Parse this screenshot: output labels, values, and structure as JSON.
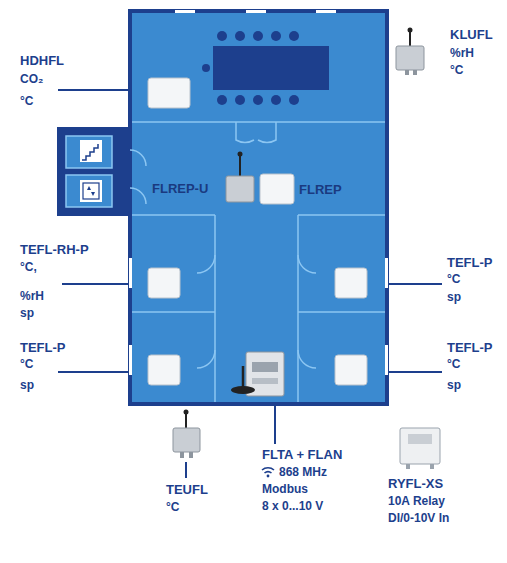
{
  "diagram": {
    "labels": [
      "HDHFL",
      "CO₂",
      "°C",
      "KLUFL",
      "%rH",
      "°C",
      "FLREP-U",
      "FLREP",
      "TEFL-RH-P",
      "°C,",
      "%rH",
      "sp",
      "TEFL-P",
      "°C",
      "sp",
      "TEFL-P",
      "°C",
      "sp",
      "TEFL-P",
      "°C",
      "sp",
      "TEUFL",
      "°C",
      "FLTA + FLAN",
      "868 MHz",
      "Modbus",
      "8 x 0...10 V",
      "RYFL-XS",
      "10A Relay",
      "DI/0-10V In"
    ]
  }
}
